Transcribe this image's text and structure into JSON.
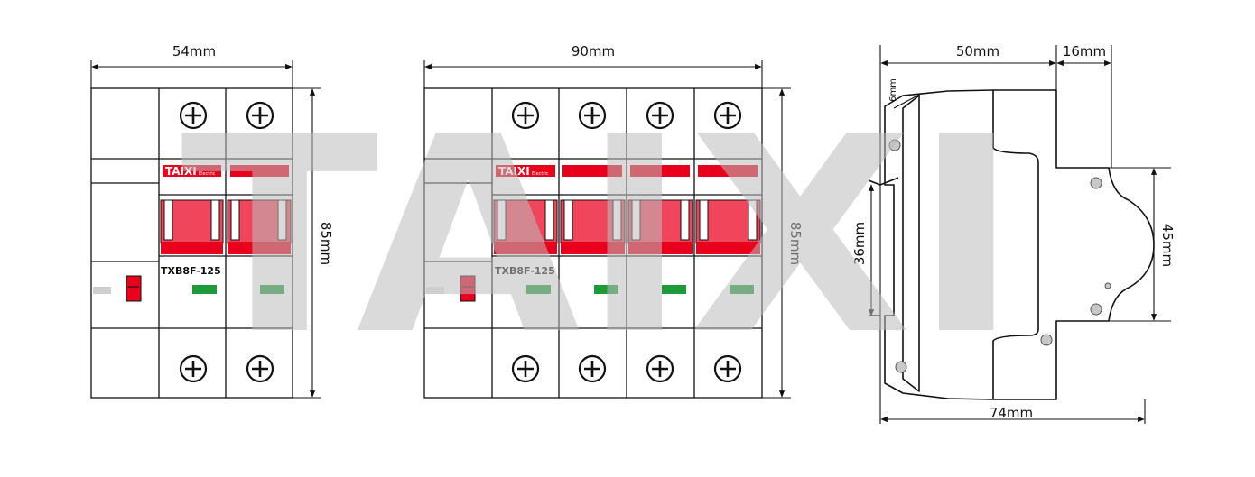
{
  "watermark": "TAIXI",
  "brand": {
    "name": "TAIXI",
    "sub": "Electric"
  },
  "model": "TXB8F-125",
  "colors": {
    "red": "#e8001c",
    "red_light": "#f0455a",
    "green": "#1f9a3a",
    "line": "#111111",
    "watermark": "#bdbdbd"
  },
  "views": {
    "front_2p": {
      "width_label": "54mm",
      "height_label": "85mm",
      "poles": 2
    },
    "front_4p": {
      "width_label": "90mm",
      "height_label": "85mm",
      "poles": 4
    },
    "side": {
      "top_label": "50mm",
      "top_right_label": "16mm",
      "small_label": "6mm",
      "rail_label": "36mm",
      "depth_label": "45mm",
      "bottom_label": "74mm"
    }
  },
  "icons": [
    "screw-terminal-icon",
    "arrow-icon"
  ]
}
